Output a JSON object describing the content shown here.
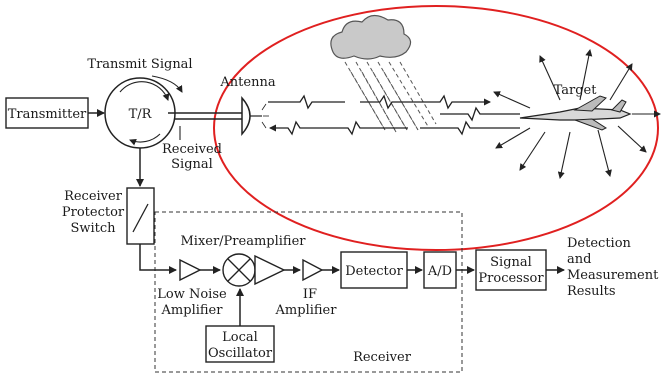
{
  "labels": {
    "transmitter": "Transmitter",
    "tr": "T/R",
    "transmit_signal": "Transmit Signal",
    "antenna": "Antenna",
    "received_signal_1": "Received",
    "received_signal_2": "Signal",
    "target": "Target",
    "rps_1": "Receiver",
    "rps_2": "Protector",
    "rps_3": "Switch",
    "mixer": "Mixer/Preamplifier",
    "lna_1": "Low Noise",
    "lna_2": "Amplifier",
    "if_1": "IF",
    "if_2": "Amplifier",
    "local_osc_1": "Local",
    "local_osc_2": "Oscillator",
    "receiver": "Receiver",
    "detector": "Detector",
    "adc": "A/D",
    "sp_1": "Signal",
    "sp_2": "Processor",
    "det_1": "Detection",
    "det_2": "and",
    "det_3": "Measurement",
    "det_4": "Results"
  },
  "colors": {
    "ellipse": "#e02020",
    "line": "#222222",
    "cloud": "#c9c9c9"
  }
}
